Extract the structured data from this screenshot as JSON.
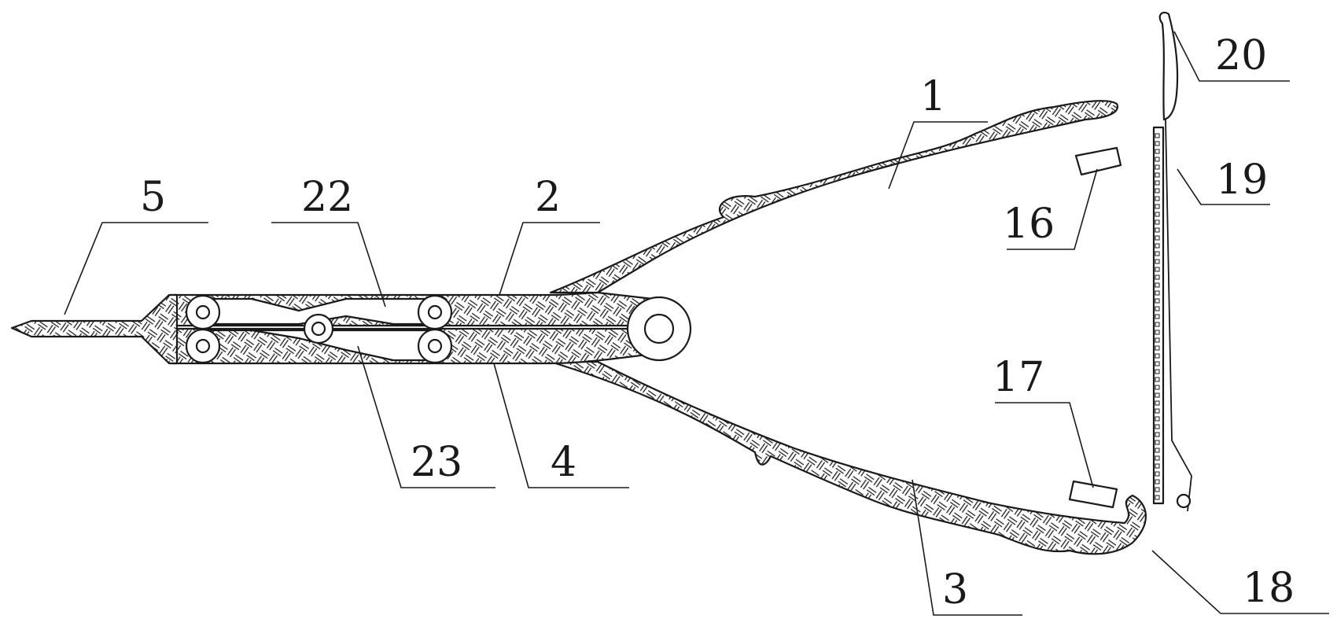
{
  "figure": {
    "labels": {
      "l1": "1",
      "l2": "2",
      "l3": "3",
      "l4": "4",
      "l5": "5",
      "l16": "16",
      "l17": "17",
      "l18": "18",
      "l19": "19",
      "l20": "20",
      "l22": "22",
      "l23": "23"
    },
    "colors": {
      "ink": "#1a1a1a",
      "background": "#ffffff"
    },
    "hatch_style": "basket-weave crosshatch"
  }
}
